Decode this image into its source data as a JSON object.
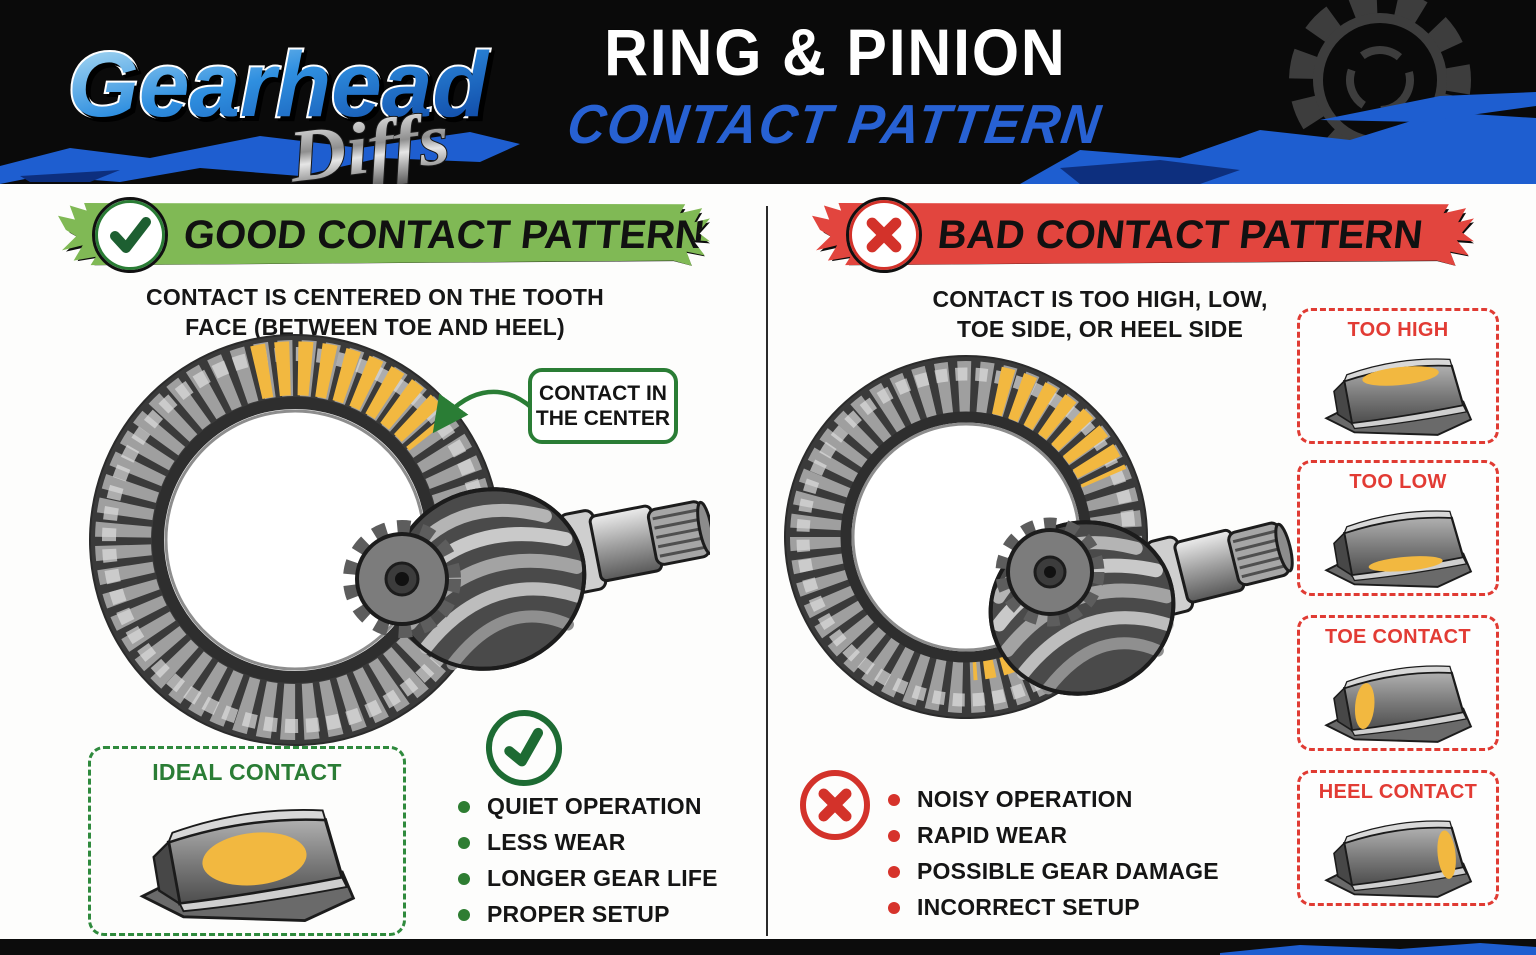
{
  "colors": {
    "brand_blue": "#1e5ed0",
    "title_blue": "#2761d3",
    "banner_green": "#80b955",
    "green_dark": "#2a7d35",
    "banner_red": "#e2453e",
    "red_dark": "#d3322a",
    "contact_yellow": "#f2b840",
    "header_black": "#0a0a0a"
  },
  "header": {
    "logo_line1": "Gearhead",
    "logo_line2": "Diffs",
    "logo_gear_icon": "gear-icon",
    "title_line1": "RING & PINION",
    "title_line2": "CONTACT PATTERN"
  },
  "good": {
    "banner_label": "GOOD CONTACT PATTERN",
    "banner_icon": "check-circle-icon",
    "subtitle_line1": "CONTACT IS CENTERED ON THE TOOTH",
    "subtitle_line2": "FACE (BETWEEN TOE AND HEEL)",
    "callout_line1": "CONTACT IN",
    "callout_line2": "THE CENTER",
    "ideal_box_label": "IDEAL CONTACT",
    "benefits_icon": "check-circle-icon",
    "benefits": [
      "QUIET OPERATION",
      "LESS WEAR",
      "LONGER GEAR LIFE",
      "PROPER SETUP"
    ]
  },
  "bad": {
    "banner_label": "BAD CONTACT PATTERN",
    "banner_icon": "x-circle-icon",
    "subtitle_line1": "CONTACT IS TOO HIGH, LOW,",
    "subtitle_line2": "TOE SIDE, OR HEEL SIDE",
    "pattern_labels": [
      "TOO HIGH",
      "TOO LOW",
      "TOE CONTACT",
      "HEEL CONTACT"
    ],
    "problems_icon": "x-circle-icon",
    "problems": [
      "NOISY OPERATION",
      "RAPID WEAR",
      "POSSIBLE GEAR DAMAGE",
      "INCORRECT SETUP"
    ]
  }
}
